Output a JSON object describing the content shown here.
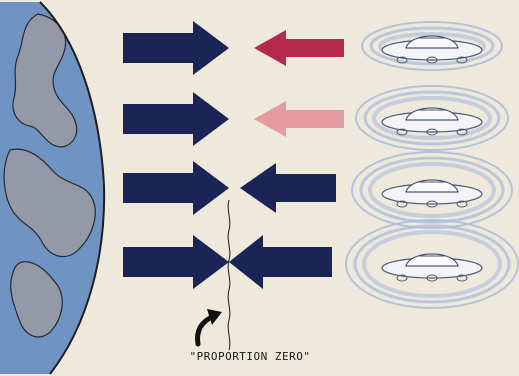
{
  "caption": "\"PROPORTION ZERO\"",
  "colors": {
    "paper": "#efe9dc",
    "earth_blue": "#6f93c2",
    "earth_gray": "#9a9aa4",
    "earth_outline": "#1e1e26",
    "arrow_navy": "#1b2457",
    "arrow_crimson": "#b52a4c",
    "arrow_pink": "#e59a9f",
    "ufo_halo": "#a9bddb",
    "ufo_line": "#4a5a7a"
  },
  "rows": [
    {
      "outgoing": "navy",
      "incoming": "crimson",
      "halo": "small"
    },
    {
      "outgoing": "navy",
      "incoming": "pink",
      "halo": "medium"
    },
    {
      "outgoing": "navy",
      "incoming": "navy",
      "halo": "large"
    },
    {
      "outgoing": "navy",
      "incoming": "navy",
      "halo": "largest"
    }
  ]
}
